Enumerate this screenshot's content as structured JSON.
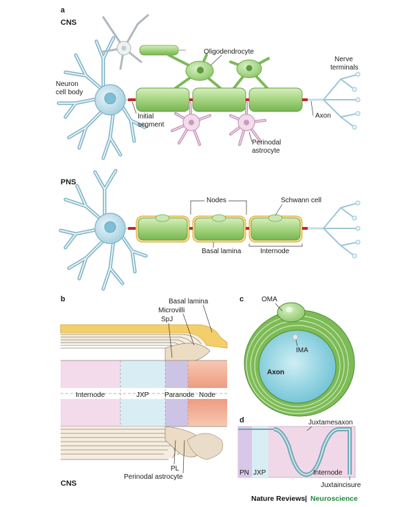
{
  "panels": {
    "a": "a",
    "b": "b",
    "c": "c",
    "d": "d"
  },
  "cns_label": "CNS",
  "pns_label": "PNS",
  "panel_a": {
    "oligodendrocyte": "Oligodendrocyte",
    "neuron_line1": "Neuron",
    "neuron_line2": "cell body",
    "nerve_line1": "Nerve",
    "nerve_line2": "terminals",
    "initial_line1": "Initial",
    "initial_line2": "segment",
    "axon": "Axon",
    "perinodal_line1": "Perinodal",
    "perinodal_line2": "astrocyte",
    "nodes": "Nodes",
    "schwann": "Schwann cell",
    "basal_lamina": "Basal lamina",
    "internode": "Internode"
  },
  "panel_b": {
    "basal_lamina": "Basal lamina",
    "microvilli": "Microvilli",
    "spj": "SpJ",
    "internode": "Internode",
    "jxp": "JXP",
    "paranode": "Paranode",
    "node": "Node",
    "pl": "PL",
    "perinodal_astrocyte": "Perinodal astrocyte"
  },
  "panel_c": {
    "oma": "OMA",
    "ima": "IMA",
    "axon": "Axon"
  },
  "panel_d": {
    "juxtamesaxon": "Juxtamesaxon",
    "pn": "PN",
    "jxp": "JXP",
    "internode": "Internode",
    "juxtaincisure": "Juxtaincisure"
  },
  "credit": {
    "journal": "Nature Reviews",
    "separator": "|",
    "section": "Neuroscience"
  },
  "colors": {
    "neuron": "#bfe0ec",
    "myelin": "#9ccf6f",
    "oligodendrocyte": "#a9d88a",
    "astrocyte": "#f0d2e6",
    "schwann_lamina": "#e9c15c",
    "node": "#c0282d",
    "paranode": "#cbbfe3",
    "jxp": "#cfeaf0",
    "internode": "#f1d8e8",
    "node_b": "#f2b59e"
  }
}
